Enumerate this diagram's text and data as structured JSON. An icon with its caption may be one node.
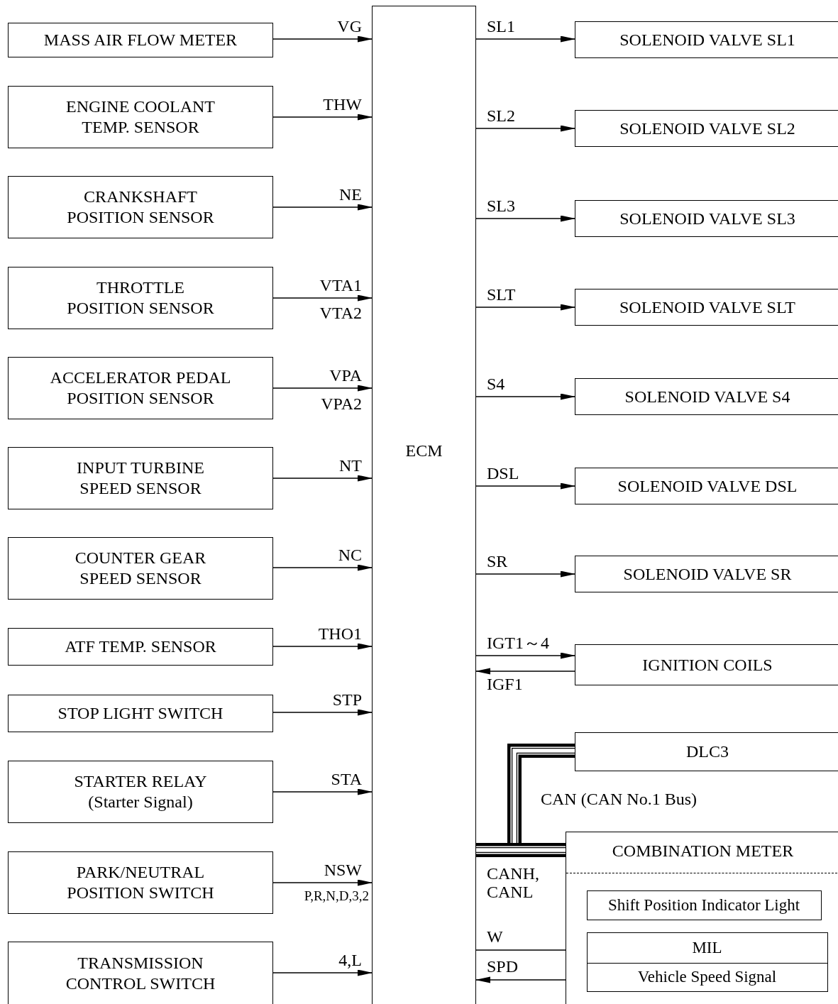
{
  "diagram": {
    "nodes": [
      {
        "text": [
          "ECM"
        ]
      },
      {
        "text": [
          "MASS AIR FLOW METER"
        ]
      },
      {
        "text": [
          "ENGINE COOLANT TEMP. SENSOR"
        ]
      },
      {
        "text": [
          "CRANKSHAFT POSITION SENSOR"
        ]
      },
      {
        "text": [
          "THROTTLE POSITION SENSOR"
        ]
      },
      {
        "text": [
          "ACCELERATOR PEDAL POSITION SENSOR"
        ]
      },
      {
        "text": [
          "INPUT TURBINE SPEED SENSOR"
        ]
      },
      {
        "text": [
          "COUNTER GEAR SPEED SENSOR"
        ]
      },
      {
        "text": [
          "ATF TEMP. SENSOR"
        ]
      },
      {
        "text": [
          "STOP LIGHT SWITCH"
        ]
      },
      {
        "text": [
          "STARTER RELAY (Starter Signal)"
        ]
      },
      {
        "text": [
          "PARK/NEUTRAL POSITION SWITCH"
        ]
      },
      {
        "text": [
          "TRANSMISSION CONTROL SWITCH"
        ]
      },
      {
        "text": [
          "SOLENOID VALVE SL1"
        ]
      },
      {
        "text": [
          "SOLENOID VALVE SL2"
        ]
      },
      {
        "text": [
          "SOLENOID VALVE SL3"
        ]
      },
      {
        "text": [
          "SOLENOID VALVE SLT"
        ]
      },
      {
        "text": [
          "SOLENOID VALVE S4"
        ]
      },
      {
        "text": [
          "SOLENOID VALVE DSL"
        ]
      },
      {
        "text": [
          "SOLENOID VALVE SR"
        ]
      },
      {
        "text": [
          "IGNITION COILS"
        ]
      },
      {
        "text": [
          "DLC3"
        ]
      },
      {
        "text": [
          "COMBINATION METER"
        ]
      },
      {
        "text": [
          "Shift Position Indicator Light"
        ],
        "in": 22
      },
      {
        "text": [
          "MIL"
        ],
        "in": 22
      },
      {
        "text": [
          "Vehicle Speed Signal"
        ],
        "in": 22
      }
    ],
    "edges": [
      {
        "from": 1,
        "to": 0,
        "arrow": "to",
        "label": "VG"
      },
      {
        "from": 2,
        "to": 0,
        "arrow": "to",
        "label": "THW"
      },
      {
        "from": 3,
        "to": 0,
        "arrow": "to",
        "label": "NE"
      },
      {
        "from": 4,
        "to": 0,
        "arrow": "to",
        "label": "VTA1"
      },
      {
        "from": 5,
        "to": 0,
        "arrow": "to",
        "label": "VPA"
      },
      {
        "from": 6,
        "to": 0,
        "arrow": "to",
        "label": "NT"
      },
      {
        "from": 7,
        "to": 0,
        "arrow": "to",
        "label": "NC"
      },
      {
        "from": 8,
        "to": 0,
        "arrow": "to",
        "label": "THO1"
      },
      {
        "from": 9,
        "to": 0,
        "arrow": "to",
        "label": "STP"
      },
      {
        "from": 10,
        "to": 0,
        "arrow": "to",
        "label": "STA"
      },
      {
        "from": 11,
        "to": 0,
        "arrow": "to",
        "label": "NSW"
      },
      {
        "from": 12,
        "to": 0,
        "arrow": "to",
        "label": "4,L"
      },
      {
        "from": 0,
        "to": 13,
        "arrow": "to",
        "label": "SL1"
      },
      {
        "from": 0,
        "to": 14,
        "arrow": "to",
        "label": "SL2"
      },
      {
        "from": 0,
        "to": 15,
        "arrow": "to",
        "label": "SL3"
      },
      {
        "from": 0,
        "to": 16,
        "arrow": "to",
        "label": "SLT"
      },
      {
        "from": 0,
        "to": 17,
        "arrow": "to",
        "label": "S4"
      },
      {
        "from": 0,
        "to": 18,
        "arrow": "to",
        "label": "DSL"
      },
      {
        "from": 0,
        "to": 19,
        "arrow": "to",
        "label": "SR"
      },
      {
        "from": 0,
        "to": 20,
        "arrow": "to",
        "label": "IGT1～4"
      },
      {
        "from": 20,
        "to": 0,
        "arrow": "to",
        "label": "IGF1"
      },
      {
        "from": 0,
        "to": 21,
        "arrow": "none",
        "style": "thick"
      },
      {
        "from": 0,
        "to": 22,
        "arrow": "none",
        "style": "thick"
      },
      {
        "from": 0,
        "to": 24,
        "arrow": "to",
        "label": "W"
      },
      {
        "from": 25,
        "to": 0,
        "arrow": "to",
        "label": "SPD"
      }
    ],
    "labels": [
      "VTA2",
      "VPA2",
      "P,R,N,D,3,2",
      "CAN (CAN No.1 Bus)",
      "CANH, CANL"
    ]
  }
}
